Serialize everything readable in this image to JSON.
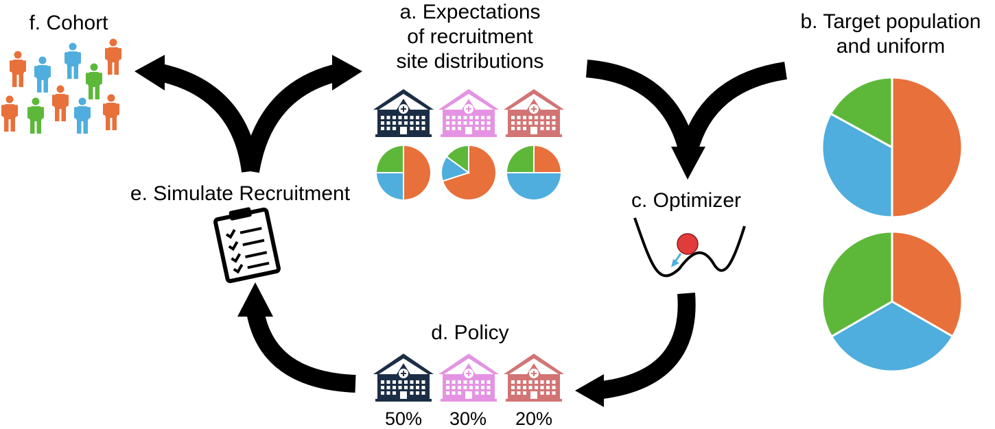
{
  "labels": {
    "expectations": [
      "a. Expectations",
      "of recruitment",
      "site distributions"
    ],
    "target": [
      "b. Target population",
      "and uniform"
    ],
    "optimizer": "c. Optimizer",
    "policy": "d. Policy",
    "simulate": "e. Simulate Recruitment",
    "cohort": "f. Cohort"
  },
  "colors": {
    "orange": "#E8703A",
    "blue": "#4FAEDD",
    "green": "#5DB83A",
    "navy": "#1C2E45",
    "pink": "#E493E3",
    "rose": "#D27474",
    "ball": "#E23B3B",
    "arrow": "#000000"
  },
  "sites": [
    {
      "name": "hospital-site-1",
      "color": "#1C2E45",
      "share_percent": "50%"
    },
    {
      "name": "hospital-site-2",
      "color": "#E493E3",
      "share_percent": "30%"
    },
    {
      "name": "hospital-site-3",
      "color": "#D27474",
      "share_percent": "20%"
    }
  ],
  "chart_data": [
    {
      "type": "pie",
      "name": "site-1-expectation",
      "values": [
        0.5,
        0.25,
        0.25
      ],
      "categories": [
        "orange",
        "blue",
        "green"
      ]
    },
    {
      "type": "pie",
      "name": "site-2-expectation",
      "values": [
        0.7,
        0.15,
        0.15
      ],
      "categories": [
        "orange",
        "blue",
        "green"
      ]
    },
    {
      "type": "pie",
      "name": "site-3-expectation",
      "values": [
        0.25,
        0.5,
        0.25
      ],
      "categories": [
        "orange",
        "blue",
        "green"
      ]
    },
    {
      "type": "pie",
      "name": "target-population",
      "values": [
        0.5,
        0.33,
        0.17
      ],
      "categories": [
        "orange",
        "blue",
        "green"
      ]
    },
    {
      "type": "pie",
      "name": "uniform",
      "values": [
        0.3333,
        0.3333,
        0.3334
      ],
      "categories": [
        "orange",
        "blue",
        "green"
      ]
    }
  ],
  "cohort_colors": [
    "#E8703A",
    "#4FAEDD",
    "#4FAEDD",
    "#5DB83A",
    "#E8703A",
    "#E8703A",
    "#5DB83A",
    "#E8703A",
    "#4FAEDD",
    "#E8703A"
  ]
}
